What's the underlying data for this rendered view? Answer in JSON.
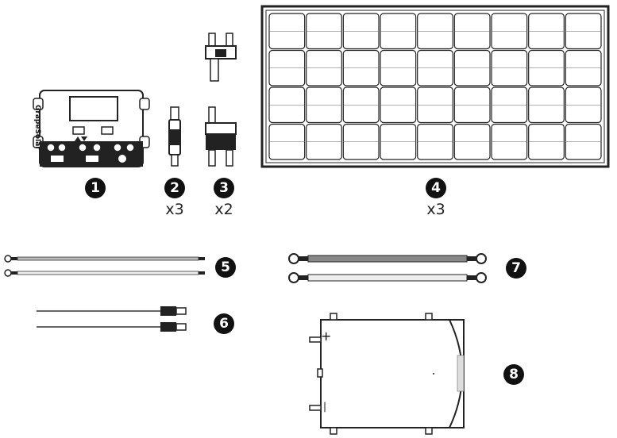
{
  "items": [
    {
      "number": "1",
      "name": "charge-controller",
      "brand_text": "GrapeSolar",
      "quantity": ""
    },
    {
      "number": "2",
      "name": "mc4-branch-connector-single",
      "quantity": "x3"
    },
    {
      "number": "3",
      "name": "mc4-branch-connector-pair",
      "quantity": "x2"
    },
    {
      "number": "4",
      "name": "solar-panel",
      "quantity": "x3"
    },
    {
      "number": "5",
      "name": "ring-terminal-cables",
      "quantity": ""
    },
    {
      "number": "6",
      "name": "mc4-extension-cables",
      "quantity": ""
    },
    {
      "number": "7",
      "name": "battery-cables",
      "quantity": ""
    },
    {
      "number": "8",
      "name": "battery",
      "plus_label": "+",
      "minus_label": "—",
      "quantity": ""
    }
  ]
}
